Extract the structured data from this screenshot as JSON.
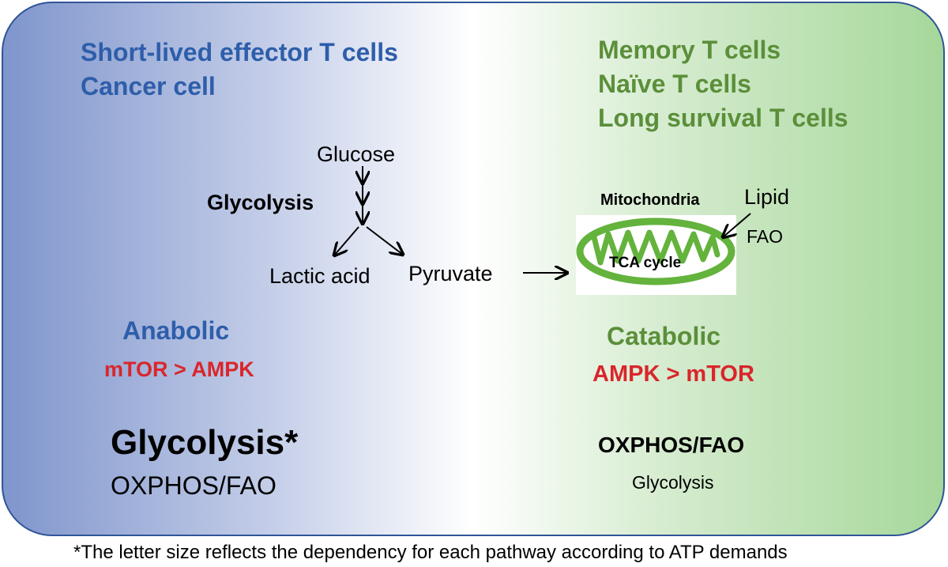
{
  "colors": {
    "left_bg": "#7f95cc",
    "center_bg": "#ffffff",
    "right_bg": "#a6d79a",
    "border": "#2f5597",
    "blue_text": "#2e5eaa",
    "green_text": "#5b8f3a",
    "red_text": "#d9262b",
    "mitochondria": "#63b33c"
  },
  "left": {
    "title_line1": "Short-lived effector T cells",
    "title_line2": "Cancer cell",
    "state": "Anabolic",
    "signaling": "mTOR > AMPK",
    "primary_pathway": "Glycolysis*",
    "secondary_pathway": "OXPHOS/FAO"
  },
  "right": {
    "title_line1": "Memory T cells",
    "title_line2": "Naïve T cells",
    "title_line3": "Long survival T cells",
    "state": "Catabolic",
    "signaling": "AMPK > mTOR",
    "primary_pathway": "OXPHOS/FAO",
    "secondary_pathway": "Glycolysis"
  },
  "pathway": {
    "glucose": "Glucose",
    "glycolysis_label": "Glycolysis",
    "lactic_acid": "Lactic acid",
    "pyruvate": "Pyruvate",
    "mitochondria_label": "Mitochondria",
    "tca_cycle": "TCA cycle",
    "lipid": "Lipid",
    "fao": "FAO"
  },
  "footnote": "*The letter size reflects the dependency for each pathway according to ATP demands"
}
